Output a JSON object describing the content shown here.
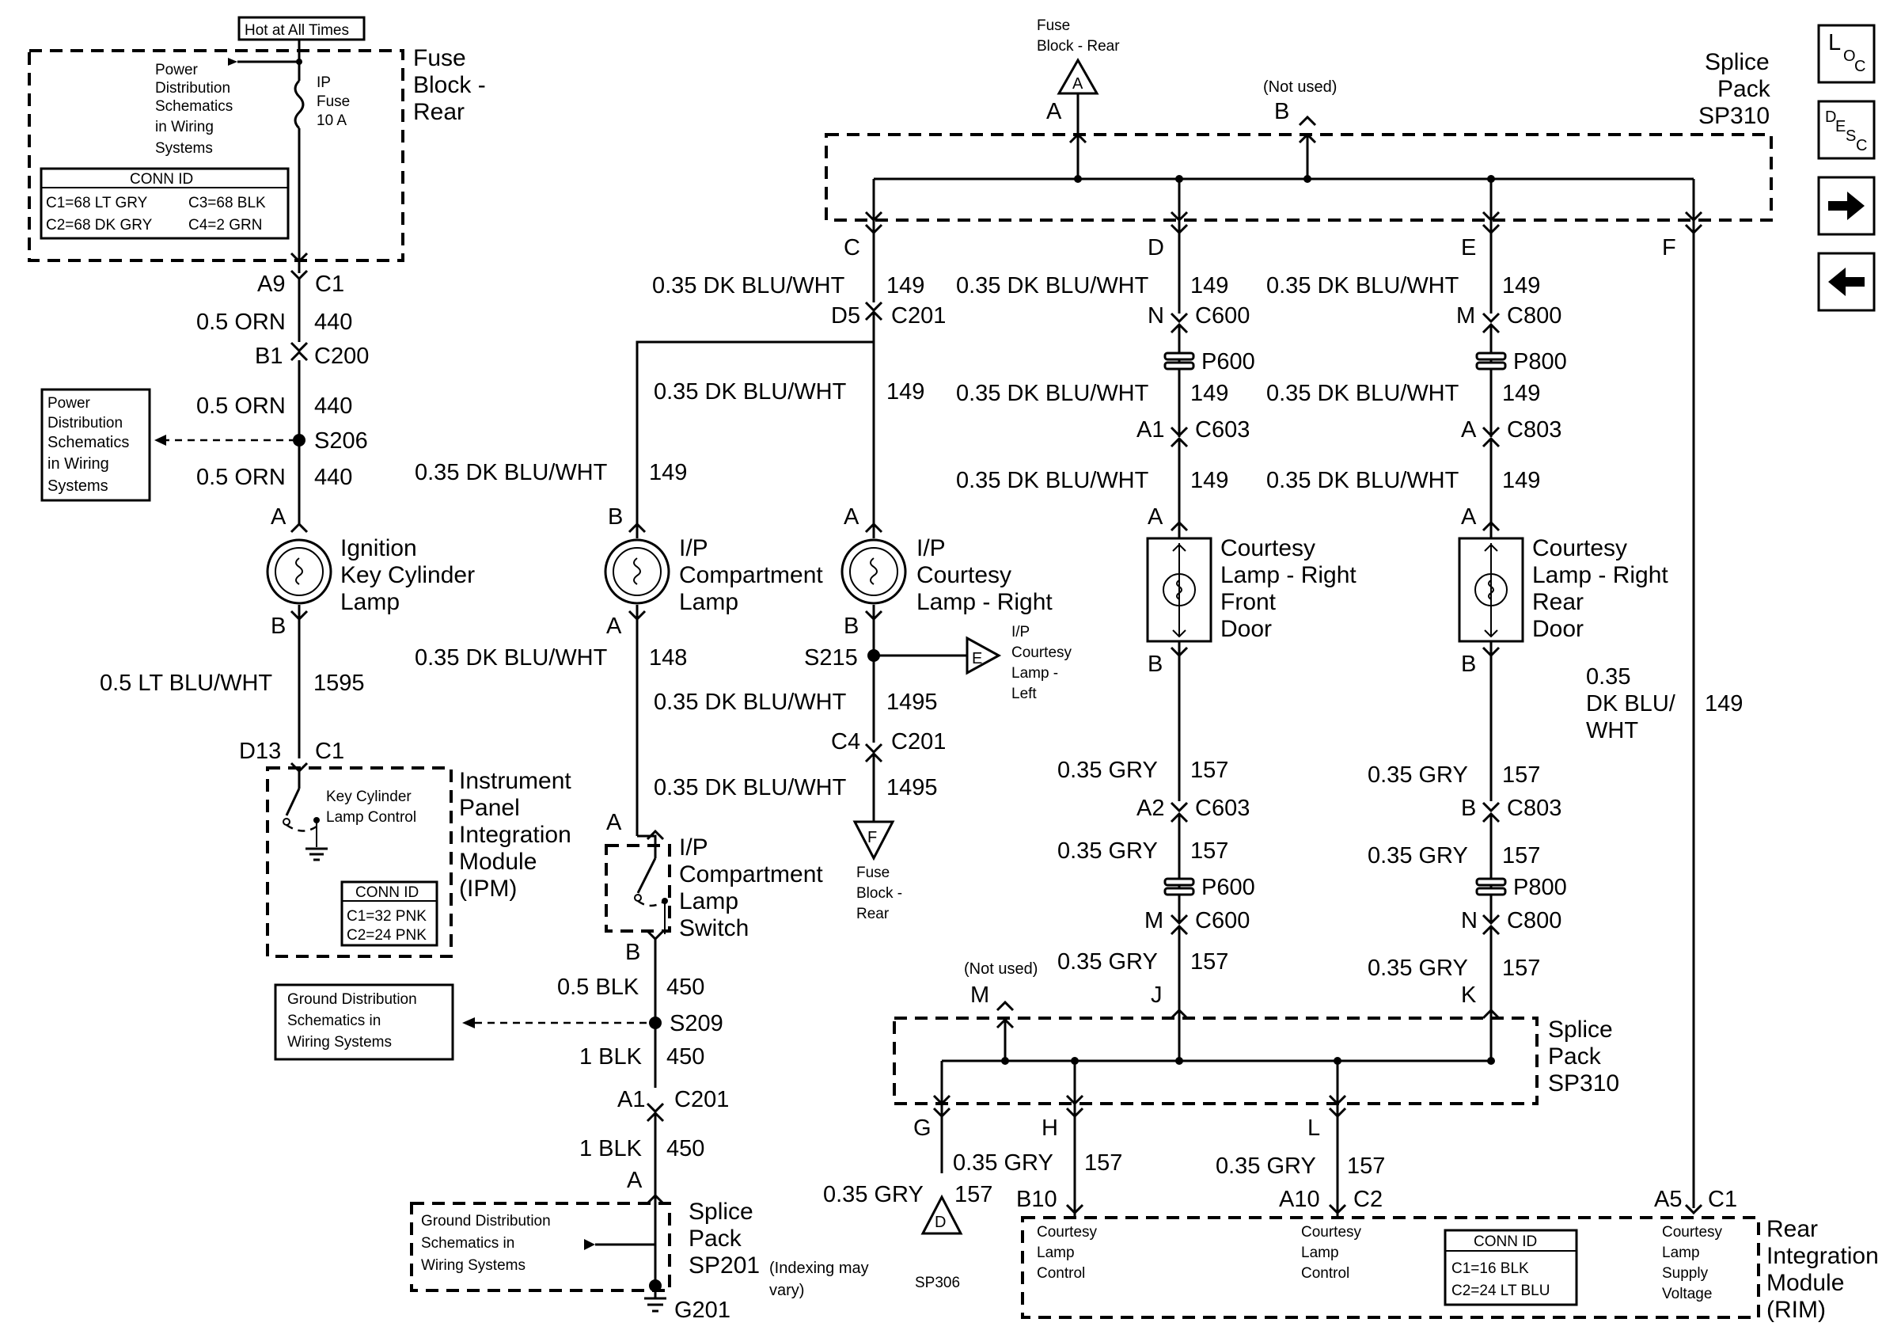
{
  "nav": {
    "loc": {
      "a": "L",
      "b": "O",
      "c": "C"
    },
    "desc": {
      "a": "D",
      "b": "E",
      "c": "S",
      "d": "C"
    }
  },
  "fuse_block": {
    "hot_label": "Hot at All Times",
    "title": [
      "Fuse",
      "Block -",
      "Rear"
    ],
    "power_ref": [
      "Power",
      "Distribution",
      "Schematics",
      "in Wiring",
      "Systems"
    ],
    "fuse": [
      "IP",
      "Fuse",
      "10 A"
    ],
    "conn_id_title": "CONN ID",
    "conn_id": [
      "C1=68 LT GRY",
      "C3=68 BLK",
      "C2=68 DK GRY",
      "C4=2 GRN"
    ],
    "pins": {
      "a9": "A9",
      "c1": "C1"
    }
  },
  "ignition": {
    "w1_gauge": "0.5 ORN",
    "w1_num": "440",
    "b1": "B1",
    "c200": "C200",
    "w2_gauge": "0.5 ORN",
    "w2_num": "440",
    "splice": "S206",
    "pd_ref": [
      "Power",
      "Distribution",
      "Schematics",
      "in Wiring",
      "Systems"
    ],
    "w3_gauge": "0.5 ORN",
    "w3_num": "440",
    "pin_a": "A",
    "pin_b": "B",
    "lamp": [
      "Ignition",
      "Key Cylinder",
      "Lamp"
    ],
    "w4_gauge": "0.5 LT BLU/WHT",
    "w4_num": "1595",
    "d13": "D13",
    "c1": "C1"
  },
  "ipm": {
    "switch_label": [
      "Key Cylinder",
      "Lamp Control"
    ],
    "title": [
      "Instrument",
      "Panel",
      "Integration",
      "Module",
      "(IPM)"
    ],
    "conn_id_title": "CONN ID",
    "conn_id": [
      "C1=32 PNK",
      "C2=24 PNK"
    ]
  },
  "ip_compartment": {
    "w1_gauge": "0.35 DK BLU/WHT",
    "w1_num": "149",
    "pin_b": "B",
    "pin_a": "A",
    "lamp": [
      "I/P",
      "Compartment",
      "Lamp"
    ],
    "w2_gauge": "0.35 DK BLU/WHT",
    "w2_num": "148",
    "sw_pin_a": "A",
    "sw_pin_b": "B",
    "switch": [
      "I/P",
      "Compartment",
      "Lamp",
      "Switch"
    ],
    "w3_gauge": "0.5 BLK",
    "w3_num": "450",
    "splice": "S209",
    "gd_ref": [
      "Ground Distribution",
      "Schematics in",
      "Wiring Systems"
    ],
    "w4_gauge": "1 BLK",
    "w4_num": "450",
    "a1": "A1",
    "c201": "C201",
    "w5_gauge": "1 BLK",
    "w5_num": "450",
    "sp_pin": "A",
    "splice_pack": [
      "Splice",
      "Pack",
      "SP201"
    ],
    "indexing": [
      "(Indexing may",
      "vary)"
    ],
    "gd_ref2": [
      "Ground Distribution",
      "Schematics in",
      "Wiring Systems"
    ],
    "ground": "G201"
  },
  "ip_courtesy": {
    "c_pin": "C",
    "w1_gauge": "0.35 DK BLU/WHT",
    "w1_num": "149",
    "d5": "D5",
    "c201": "C201",
    "w2_gauge": "0.35 DK BLU/WHT",
    "w2_num": "149",
    "pin_a": "A",
    "pin_b": "B",
    "lamp": [
      "I/P",
      "Courtesy",
      "Lamp - Right"
    ],
    "splice": "S215",
    "off_e": "E",
    "left_ref": [
      "I/P",
      "Courtesy",
      "Lamp -",
      "Left"
    ],
    "w3_gauge": "0.35 DK BLU/WHT",
    "w3_num": "1495",
    "c4": "C4",
    "c201b": "C201",
    "w4_gauge": "0.35 DK BLU/WHT",
    "w4_num": "1495",
    "off_f": "F",
    "fuse_ref": [
      "Fuse",
      "Block -",
      "Rear"
    ]
  },
  "splice_top": {
    "fuse_ref": [
      "Fuse",
      "Block - Rear"
    ],
    "off_a": "A",
    "not_used": "(Not used)",
    "pins": {
      "a": "A",
      "b": "B",
      "c": "C",
      "d": "D",
      "e": "E",
      "f": "F"
    },
    "title": [
      "Splice",
      "Pack",
      "SP310"
    ]
  },
  "front_door": {
    "w1_gauge": "0.35 DK BLU/WHT",
    "w1_num": "149",
    "n": "N",
    "c600": "C600",
    "p600": "P600",
    "w2_gauge": "0.35 DK BLU/WHT",
    "w2_num": "149",
    "a1": "A1",
    "c603": "C603",
    "w3_gauge": "0.35 DK BLU/WHT",
    "w3_num": "149",
    "pin_a": "A",
    "pin_b": "B",
    "lamp": [
      "Courtesy",
      "Lamp - Right",
      "Front",
      "Door"
    ],
    "w4_gauge": "0.35 GRY",
    "w4_num": "157",
    "a2": "A2",
    "c603b": "C603",
    "w5_gauge": "0.35 GRY",
    "w5_num": "157",
    "p600b": "P600",
    "m": "M",
    "c600b": "C600",
    "w6_gauge": "0.35 GRY",
    "w6_num": "157",
    "j": "J"
  },
  "rear_door": {
    "w1_gauge": "0.35 DK BLU/WHT",
    "w1_num": "149",
    "m": "M",
    "c800": "C800",
    "p800": "P800",
    "w2_gauge": "0.35 DK BLU/WHT",
    "w2_num": "149",
    "a": "A",
    "c803": "C803",
    "w3_gauge": "0.35 DK BLU/WHT",
    "w3_num": "149",
    "pin_a": "A",
    "pin_b": "B",
    "lamp": [
      "Courtesy",
      "Lamp - Right",
      "Rear",
      "Door"
    ],
    "w4_gauge": "0.35 GRY",
    "w4_num": "157",
    "b": "B",
    "c803b": "C803",
    "w5_gauge": "0.35 GRY",
    "w5_num": "157",
    "p800b": "P800",
    "n": "N",
    "c800b": "C800",
    "w6_gauge": "0.35 GRY",
    "w6_num": "157",
    "k": "K"
  },
  "supply": {
    "gauge": [
      "0.35",
      "DK BLU/",
      "WHT"
    ],
    "num": "149"
  },
  "splice_bottom": {
    "not_used": "(Not used)",
    "m": "M",
    "title": [
      "Splice",
      "Pack",
      "SP310"
    ],
    "pins": {
      "g": "G",
      "h": "H",
      "l": "L"
    },
    "g_gauge": "0.35 GRY",
    "g_num": "157",
    "off_d": "D",
    "sp306": "SP306",
    "h_gauge": "0.35 GRY",
    "h_num": "157",
    "l_gauge": "0.35 GRY",
    "l_num": "157"
  },
  "rim": {
    "b10": "B10",
    "a10": "A10",
    "c2": "C2",
    "a5": "A5",
    "c1": "C1",
    "h_ctrl": [
      "Courtesy",
      "Lamp",
      "Control"
    ],
    "l_ctrl": [
      "Courtesy",
      "Lamp",
      "Control"
    ],
    "supply": [
      "Courtesy",
      "Lamp",
      "Supply",
      "Voltage"
    ],
    "conn_id_title": "CONN ID",
    "conn_id": [
      "C1=16 BLK",
      "C2=24 LT BLU"
    ],
    "title": [
      "Rear",
      "Integration",
      "Module",
      "(RIM)"
    ]
  }
}
